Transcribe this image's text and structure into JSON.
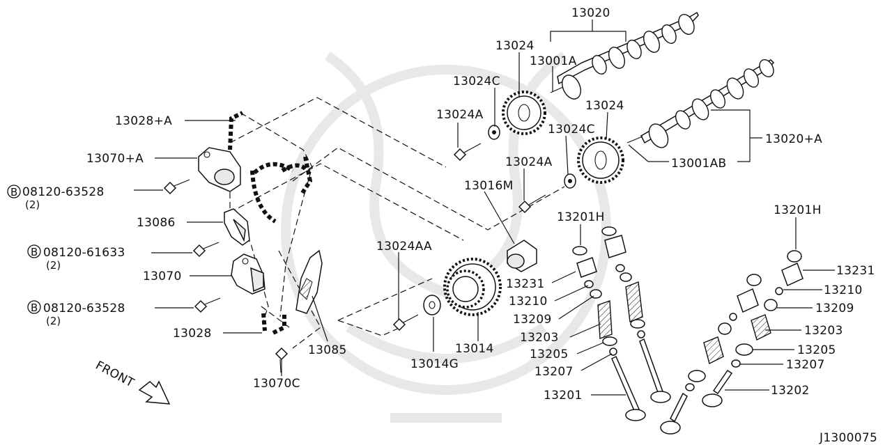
{
  "diagram": {
    "drawing_number": "J1300075",
    "front_label": "FRONT",
    "bolt_marker": "B",
    "parts": {
      "camshaft_a": "13020",
      "camshaft_b": "13020+A",
      "sprocket_a": "13024",
      "sprocket_b": "13024",
      "washer_a": "13024C",
      "washer_b": "13024C",
      "bolt_a": "13024A",
      "bolt_b": "13024A",
      "bolt_aa": "13024AA",
      "pin_a": "13001A",
      "pin_ab": "13001AB",
      "chain_upper": "13028+A",
      "chain_lower": "13028",
      "tensioner_upper": "13070+A",
      "tensioner_lower": "13070",
      "tensioner_bolt": "13070C",
      "guide": "13086",
      "slack_guide": "13085",
      "idler_sprocket": "13014",
      "idler_washer": "13014G",
      "plug": "13016M",
      "bolt1": "08120-63528",
      "bolt1_qty": "(2)",
      "bolt2": "08120-61633",
      "bolt2_qty": "(2)",
      "bolt3": "08120-63528",
      "bolt3_qty": "(2)",
      "lifter_l": "13201H",
      "lifter_r": "13201H",
      "shim_l": "13231",
      "shim_r": "13231",
      "retainer_l": "13210",
      "retainer_r": "13210",
      "seat_l": "13209",
      "seat_r": "13209",
      "spring_l": "13203",
      "spring_r": "13203",
      "spring_seat_l": "13205",
      "spring_seat_r": "13205",
      "seal_l": "13207",
      "seal_r": "13207",
      "valve_intake": "13201",
      "valve_exhaust": "13202"
    }
  }
}
